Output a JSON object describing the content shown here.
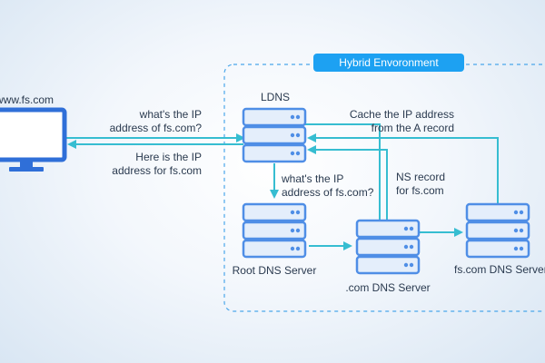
{
  "region": {
    "title": "Hybrid Envoronment"
  },
  "client": {
    "label": "www.fs.com"
  },
  "servers": {
    "ldns": "LDNS",
    "root": "Root DNS Server",
    "com": ".com DNS Server",
    "fscom": "fs.com DNS Server"
  },
  "messages": {
    "query_l1": "what's the IP",
    "query_l2": "address of fs.com?",
    "answer_l1": "Here is the IP",
    "answer_l2": "address for fs.com",
    "root_query_l1": "what's the IP",
    "root_query_l2": "address of fs.com?",
    "ns_l1": "NS record",
    "ns_l2": "for fs.com",
    "cache_l1": "Cache the IP address",
    "cache_l2": "from the A record"
  },
  "colors": {
    "line": "#36bdd1",
    "server_fill": "#e4eefb",
    "server_stroke": "#4f8ee6",
    "monitor": "#2f6fd8",
    "dashed_border": "#4aa6ea",
    "pill": "#1da1f2"
  },
  "icons": {
    "server": "server-stack-icon",
    "client": "monitor-icon"
  }
}
